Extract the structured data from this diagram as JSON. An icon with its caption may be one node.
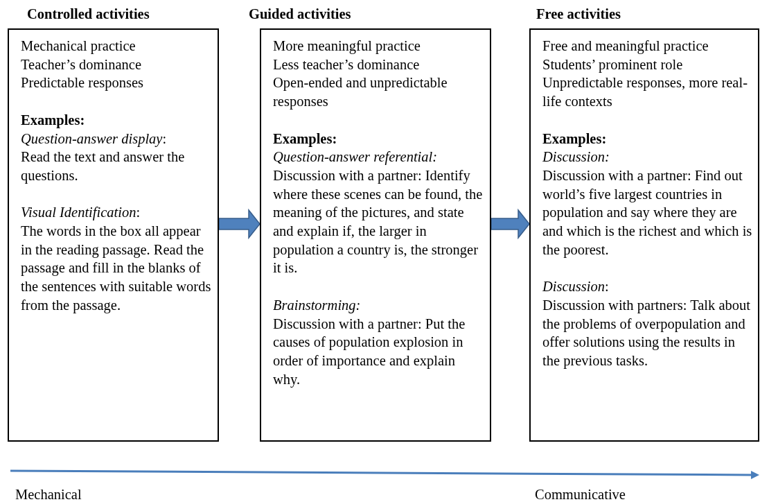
{
  "diagram": {
    "nodes": [
      {
        "text": [
          "Controlled activities",
          "Mechanical practice",
          "Teacher’s dominance",
          "Predictable responses",
          "Examples:",
          "*Question-answer display*:",
          "Read the text and answer the questions.",
          "*Visual Identification*:",
          "The words in the box all appear in the reading passage. Read the passage and fill in the blanks of the sentences with suitable words from the passage."
        ]
      },
      {
        "text": [
          "Guided activities",
          "More meaningful practice",
          "Less teacher’s dominance",
          "Open-ended and unpredictable responses",
          "Examples:",
          "Question-answer referential:",
          "Discussion with a partner: Identify where these scenes can be found, the meaning of the pictures, and state and explain if, the larger in population a country is, the stronger it is.",
          "Brainstorming:",
          "Discussion with a partner: Put the causes of population explosion in order of importance and explain why."
        ]
      },
      {
        "text": [
          "Free activities",
          "Free and meaningful practice",
          "Students’ prominent role",
          "Unpredictable responses, more real-life contexts",
          "Examples:",
          "Discussion:",
          "Discussion with a partner: Find out world’s five largest countries in population and say where they are and which is the richest and which is the poorest.",
          "*Discussion*:",
          "Discussion with partners: Talk about the problems of overpopulation and offer solutions using the results in the previous tasks."
        ]
      }
    ],
    "edges": [
      {
        "from": 0,
        "to": 1,
        "arrow": "to",
        "style": "thick"
      },
      {
        "from": 1,
        "to": 2,
        "arrow": "to",
        "style": "thick"
      }
    ],
    "labels": [
      "Mechanical",
      "Communicative"
    ]
  }
}
